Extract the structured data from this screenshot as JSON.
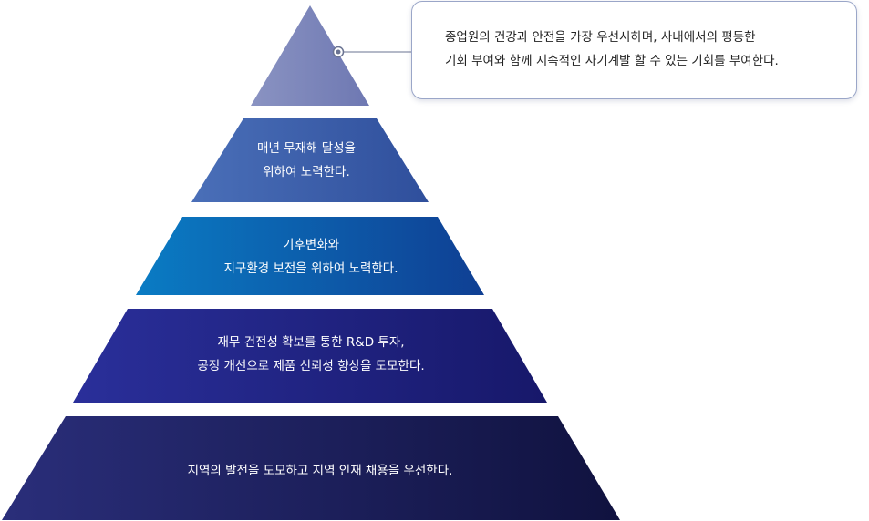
{
  "callout": {
    "line1": "종업원의 건강과 안전을 가장 우선시하며, 사내에서의 평등한",
    "line2": "기회 부여와 함께  지속적인 자기계발 할 수 있는 기회를 부여한다."
  },
  "tiers": [
    {
      "lines": []
    },
    {
      "lines": [
        "매년 무재해 달성을",
        "위하여 노력한다."
      ]
    },
    {
      "lines": [
        "기후변화와",
        "지구환경 보전을 위하여 노력한다."
      ]
    },
    {
      "lines": [
        "재무 건전성 확보를 통한 R&D 투자,",
        "공정 개선으로 제품 신뢰성 향상을 도모한다."
      ]
    },
    {
      "lines": [
        "지역의 발전을 도모하고 지역 인재 채용을 우선한다."
      ]
    }
  ],
  "colors": {
    "tier1": [
      "#8a93c2",
      "#6e78b2"
    ],
    "tier2": [
      "#4a6fb8",
      "#2f4f9c"
    ],
    "tier3": [
      "#0a7cc4",
      "#0f3f93"
    ],
    "tier4": [
      "#2a2f9a",
      "#17186a"
    ],
    "tier5": [
      "#2a2e7a",
      "#10123f"
    ],
    "connector": "#6a7392"
  }
}
